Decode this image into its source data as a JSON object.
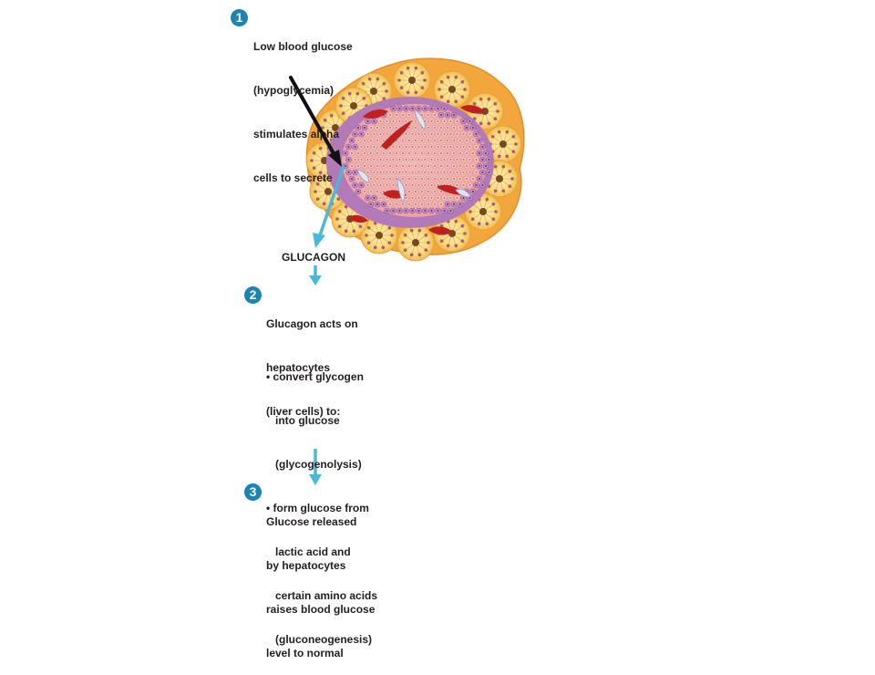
{
  "step1": {
    "number": "1",
    "lines": [
      "Low blood glucose",
      "(hypoglycemia)",
      "stimulates alpha",
      "cells to secrete"
    ]
  },
  "hormone_label": "GLUCAGON",
  "step2": {
    "number": "2",
    "lines": [
      "Glucagon acts on",
      "hepatocytes",
      "(liver cells) to:"
    ],
    "bullets": [
      [
        "• convert glycogen",
        "   into glucose",
        "   (glycogenolysis)"
      ],
      [
        "• form glucose from",
        "   lactic acid and",
        "   certain amino acids",
        "   (gluconeogenesis)"
      ]
    ]
  },
  "step3": {
    "number": "3",
    "lines": [
      "Glucose released",
      "by hepatocytes",
      "raises blood glucose",
      "level to normal"
    ]
  },
  "colors": {
    "badge": "#1b84b5",
    "flow_arrow": "#4cb8d8",
    "pointer_arrow": "#111111",
    "acinar_orange": "#f3a63c",
    "acinar_yellow": "#f9d97a",
    "islet_pink": "#f2b2b0",
    "alpha_purple": "#b37ab8",
    "vessel_red": "#c0201e"
  }
}
